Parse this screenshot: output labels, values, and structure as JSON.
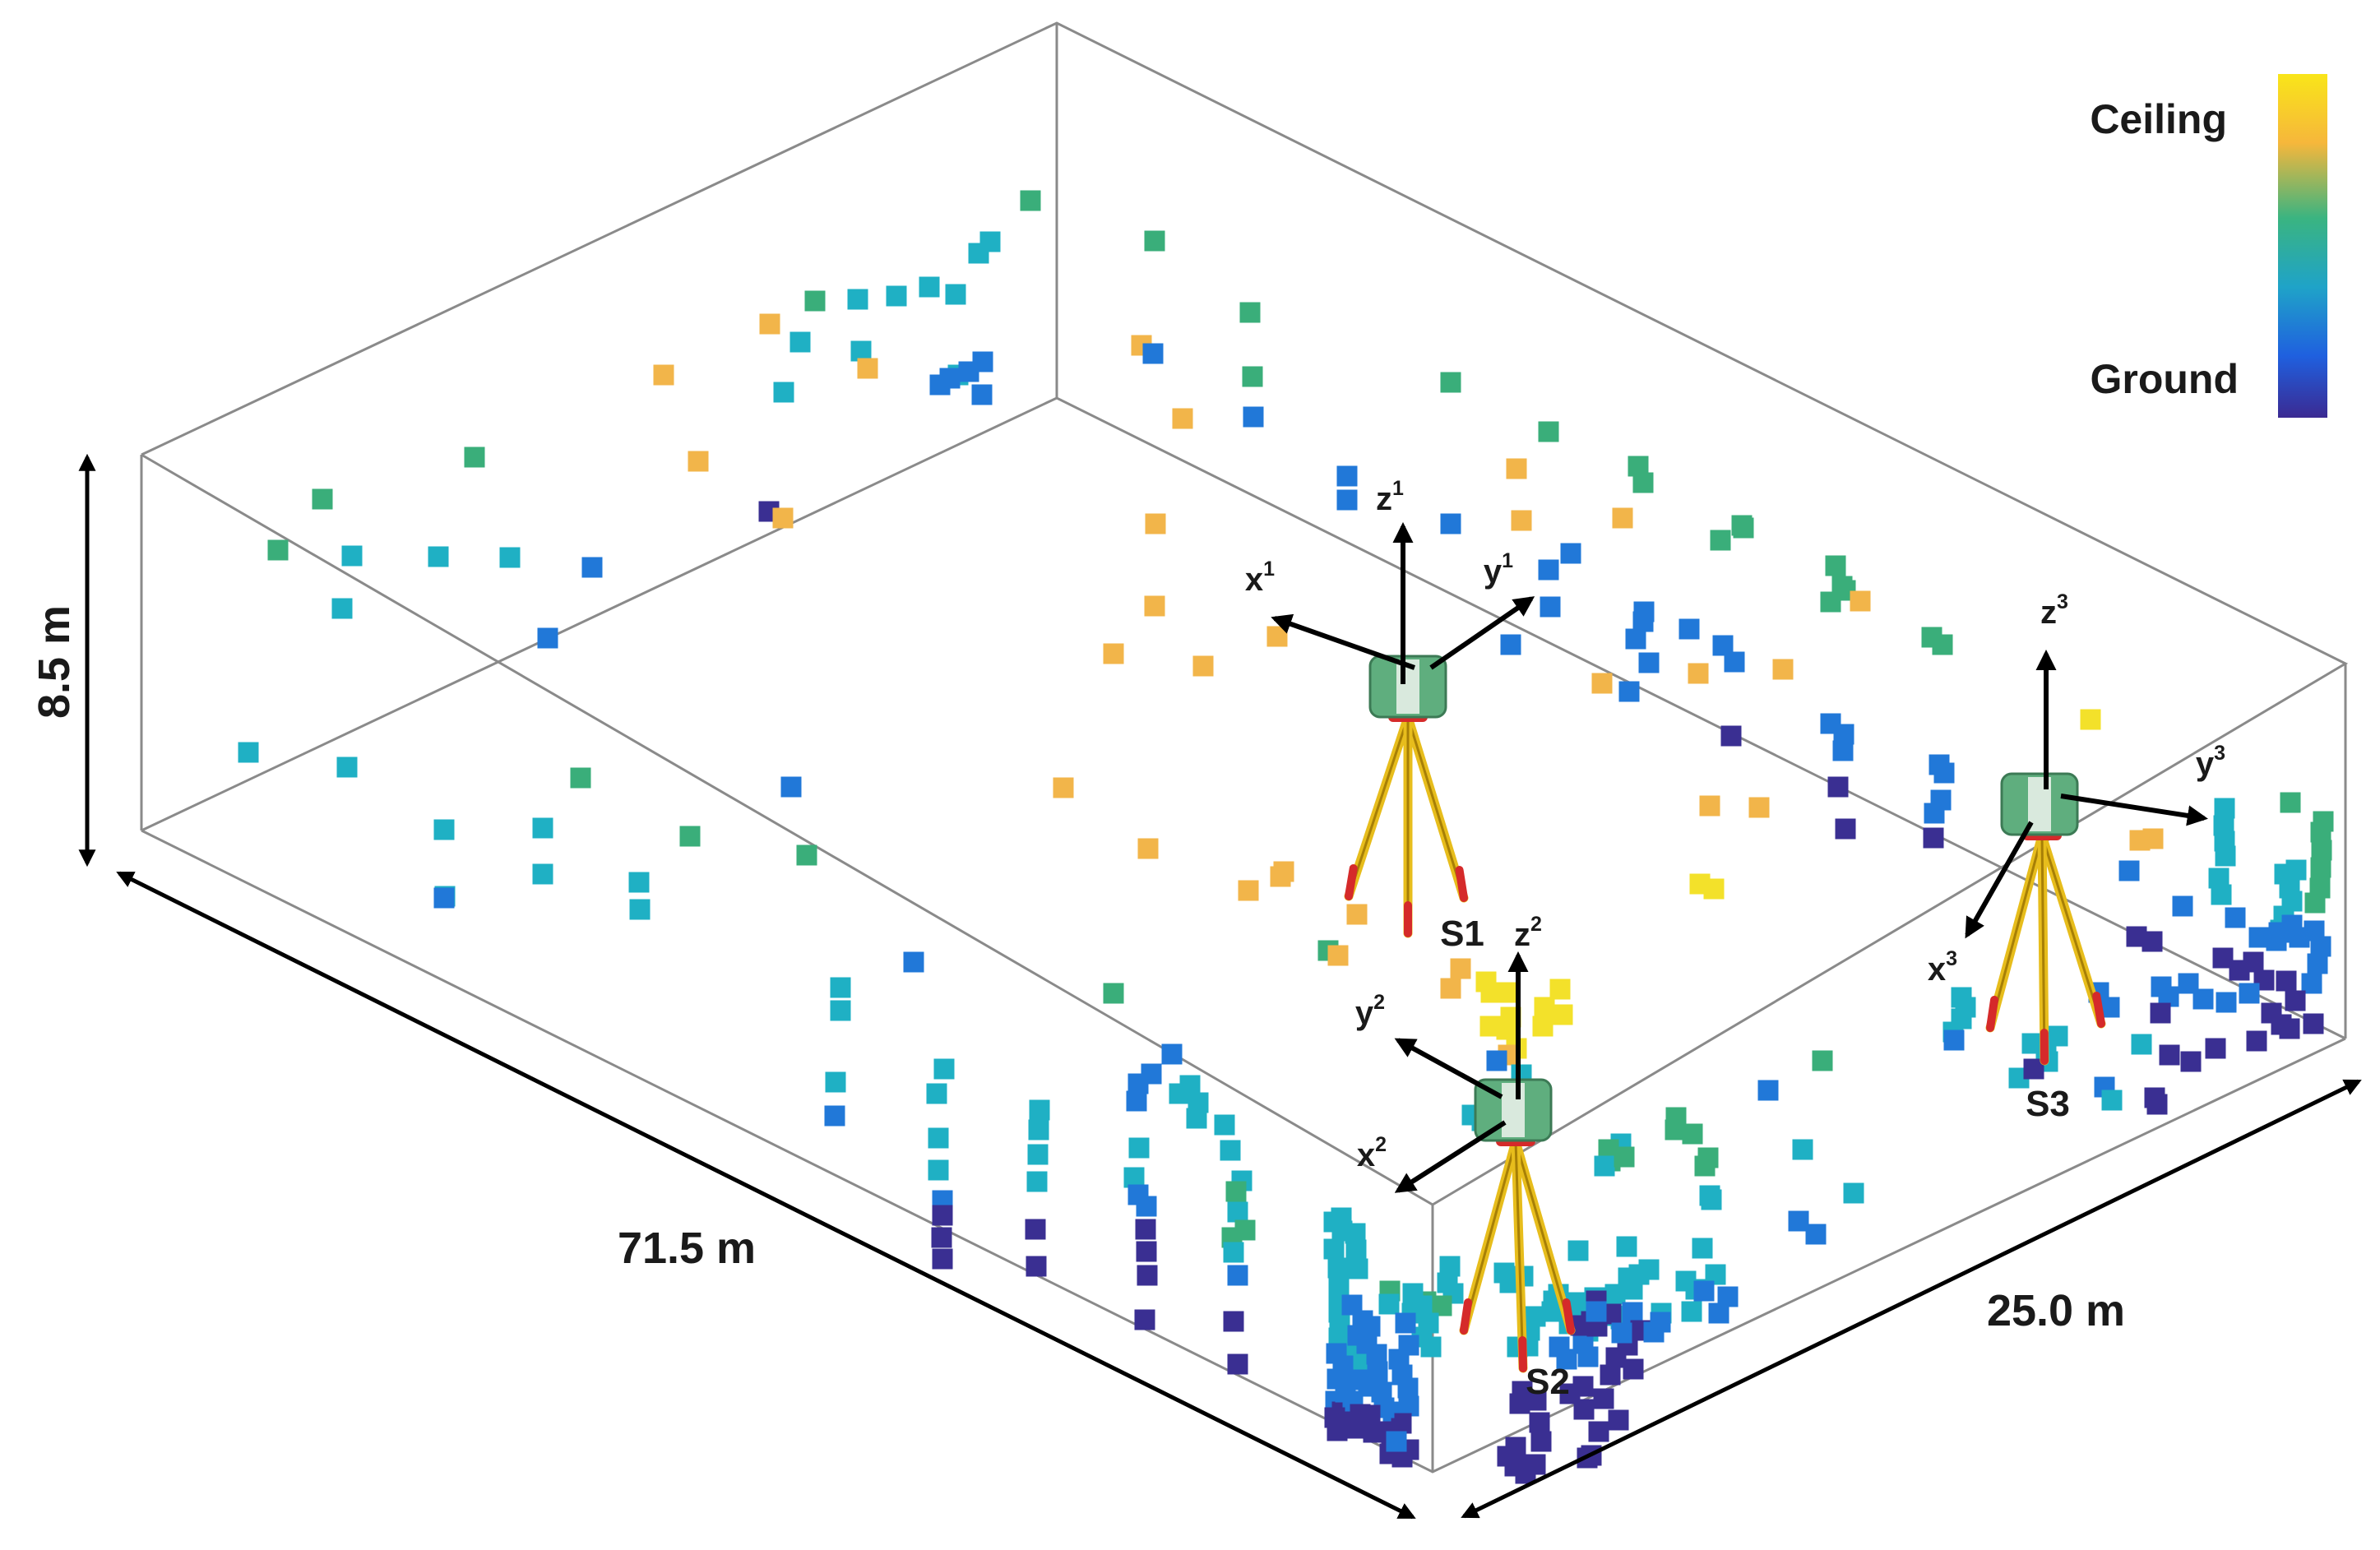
{
  "dimensions": {
    "height": "8.5 m",
    "length": "71.5 m",
    "width": "25.0 m"
  },
  "legend": {
    "top_label": "Ceiling",
    "bottom_label": "Ground",
    "gradient_colors": [
      "#f9e519",
      "#f6b73b",
      "#3ab481",
      "#1fa3c8",
      "#1f60df",
      "#3b2a92"
    ]
  },
  "stations": [
    {
      "name": "S1",
      "axes": [
        {
          "base": "z",
          "sup": "1"
        },
        {
          "base": "x",
          "sup": "1"
        },
        {
          "base": "y",
          "sup": "1"
        }
      ]
    },
    {
      "name": "S2",
      "axes": [
        {
          "base": "z",
          "sup": "2"
        },
        {
          "base": "y",
          "sup": "2"
        },
        {
          "base": "x",
          "sup": "2"
        }
      ]
    },
    {
      "name": "S3",
      "axes": [
        {
          "base": "z",
          "sup": "3"
        },
        {
          "base": "y",
          "sup": "3"
        },
        {
          "base": "x",
          "sup": "3"
        }
      ]
    }
  ],
  "colors": {
    "box_edge": "#8a8a8a",
    "scanner_body": "#5fae7e",
    "tripod_leg": "#e7bd1c",
    "tripod_foot": "#d52a2a"
  }
}
